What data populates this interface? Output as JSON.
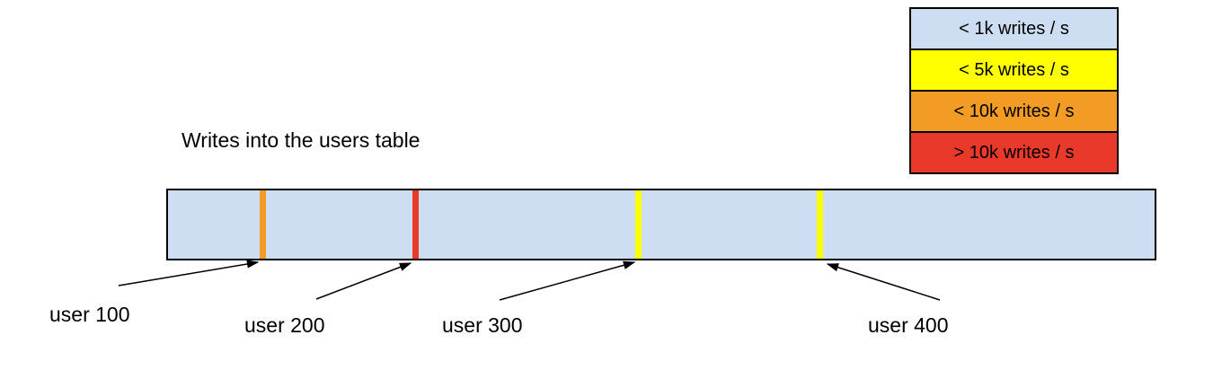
{
  "title": "Writes into the users table",
  "legend": {
    "items": [
      {
        "label": "< 1k writes / s",
        "color": "#CDDEF3"
      },
      {
        "label": "< 5k writes / s",
        "color": "#FFFF00"
      },
      {
        "label": "< 10k writes / s",
        "color": "#F29C25"
      },
      {
        "label": "> 10k writes / s",
        "color": "#E8392B"
      }
    ]
  },
  "bar": {
    "fill": "#CDDEF3",
    "border_color": "#000000",
    "stripes": [
      {
        "points_to": "user 100",
        "rate_class": "< 10k writes / s",
        "color": "#F29C25"
      },
      {
        "points_to": "user 200",
        "rate_class": "> 10k writes / s",
        "color": "#E8392B"
      },
      {
        "points_to": "user 300",
        "rate_class": "< 5k writes / s",
        "color": "#FFFF00"
      },
      {
        "points_to": "user 400",
        "rate_class": "< 5k writes / s",
        "color": "#FFFF00"
      }
    ]
  },
  "pointers": [
    {
      "label": "user 100"
    },
    {
      "label": "user 200"
    },
    {
      "label": "user 300"
    },
    {
      "label": "user 400"
    }
  ]
}
